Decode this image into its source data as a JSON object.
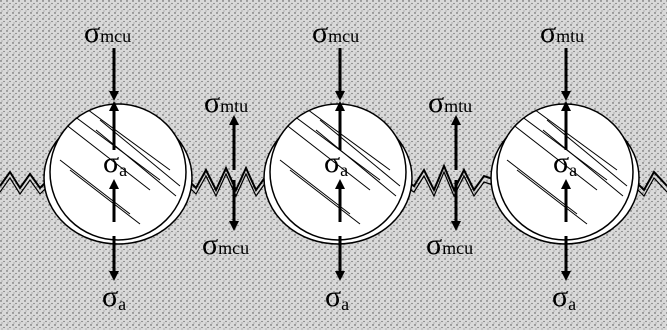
{
  "figure": {
    "colors": {
      "matrix": "#cfcfcf",
      "particle": "#ffffff",
      "ink": "#000000"
    },
    "particles": [
      {
        "top_label": {
          "symbol": "σ",
          "sub": "mcu"
        },
        "center_label": {
          "symbol": "σ",
          "sub": "a"
        },
        "bottom_label": {
          "symbol": "σ",
          "sub": "a"
        }
      },
      {
        "top_label": {
          "symbol": "σ",
          "sub": "mcu"
        },
        "center_label": {
          "symbol": "σ",
          "sub": "a"
        },
        "bottom_label": {
          "symbol": "σ",
          "sub": "a"
        }
      },
      {
        "top_label": {
          "symbol": "σ",
          "sub": "mtu"
        },
        "center_label": {
          "symbol": "σ",
          "sub": "a"
        },
        "bottom_label": {
          "symbol": "σ",
          "sub": "a"
        }
      }
    ],
    "gaps": [
      {
        "top_label": {
          "symbol": "σ",
          "sub": "mtu"
        },
        "bottom_label": {
          "symbol": "σ",
          "sub": "mcu"
        }
      },
      {
        "top_label": {
          "symbol": "σ",
          "sub": "mtu"
        },
        "bottom_label": {
          "symbol": "σ",
          "sub": "mcu"
        }
      }
    ]
  }
}
